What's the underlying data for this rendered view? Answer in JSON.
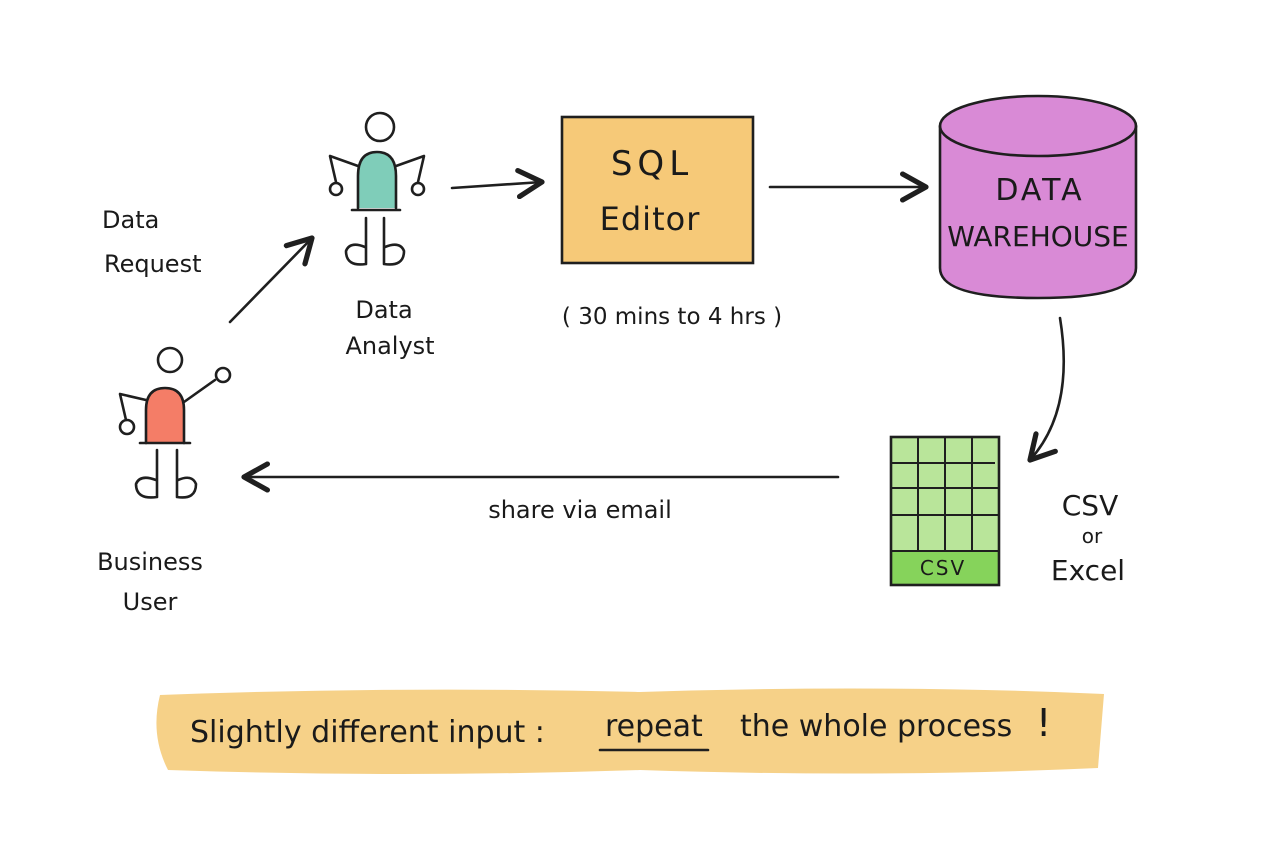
{
  "labels": {
    "data_request_line1": "Data",
    "data_request_line2": "Request",
    "data_analyst_line1": "Data",
    "data_analyst_line2": "Analyst",
    "business_user_line1": "Business",
    "business_user_line2": "User",
    "sql_editor_line1": "SQL",
    "sql_editor_line2": "Editor",
    "duration": "( 30 mins to 4 hrs )",
    "warehouse_line1": "DATA",
    "warehouse_line2": "WAREHOUSE",
    "csv_tag": "CSV",
    "csv_or_excel_line1": "CSV",
    "csv_or_excel_line2": "or",
    "csv_or_excel_line3": "Excel",
    "share_via_email": "share via email"
  },
  "banner": {
    "prefix": "Slightly different input :",
    "emphasis": "repeat",
    "suffix": "the whole process",
    "exclamation": "!"
  },
  "colors": {
    "analyst_body": "#7fcdb9",
    "business_user_body": "#f47d67",
    "sql_editor_fill": "#f6c978",
    "warehouse_fill": "#d98ad6",
    "csv_grid_fill": "#b9e59a",
    "csv_tag_fill": "#86d35b",
    "banner_fill": "#f5cd7e",
    "ink": "#1f1f1f"
  }
}
